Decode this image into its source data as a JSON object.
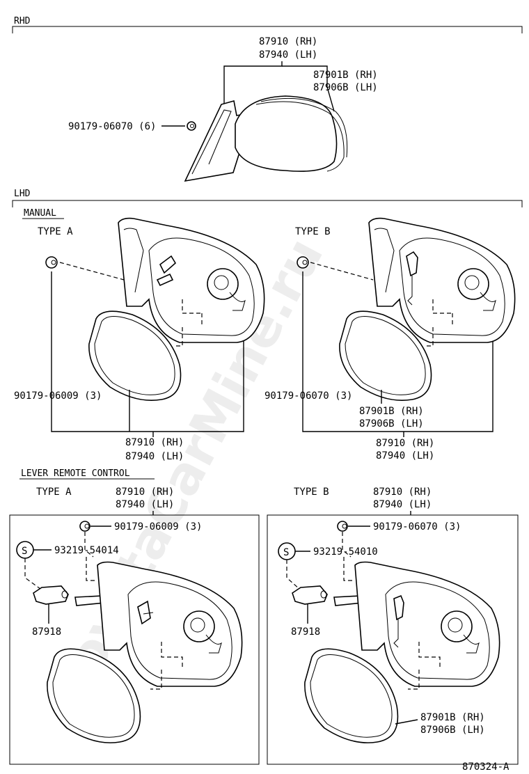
{
  "sections": {
    "rhd": "RHD",
    "lhd": "LHD",
    "manual": "MANUAL",
    "lever_remote": "LEVER REMOTE CONTROL",
    "type_a": "TYPE A",
    "type_b": "TYPE B"
  },
  "rhd": {
    "mirror_rh": "87910 (RH)",
    "mirror_lh": "87940 (LH)",
    "glass_rh": "87901B (RH)",
    "glass_lh": "87906B (LH)",
    "nut": "90179-06070 (6)"
  },
  "manual_a": {
    "nut": "90179-06009 (3)",
    "mirror_rh": "87910 (RH)",
    "mirror_lh": "87940 (LH)"
  },
  "manual_b": {
    "nut": "90179-06070 (3)",
    "glass_rh": "87901B (RH)",
    "glass_lh": "87906B (LH)",
    "mirror_rh": "87910 (RH)",
    "mirror_lh": "87940 (LH)"
  },
  "lever_a": {
    "mirror_rh": "87910 (RH)",
    "mirror_lh": "87940 (LH)",
    "nut": "90179-06009 (3)",
    "screw": "93219-54014",
    "s_symbol": "S",
    "lever": "87918"
  },
  "lever_b": {
    "mirror_rh": "87910 (RH)",
    "mirror_lh": "87940 (LH)",
    "nut": "90179-06070 (3)",
    "screw": "93219-54010",
    "s_symbol": "S",
    "lever": "87918",
    "glass_rh": "87901B (RH)",
    "glass_lh": "87906B (LH)"
  },
  "drawing_number": "870324-A",
  "watermark": "ToyotaCarMine.ru"
}
